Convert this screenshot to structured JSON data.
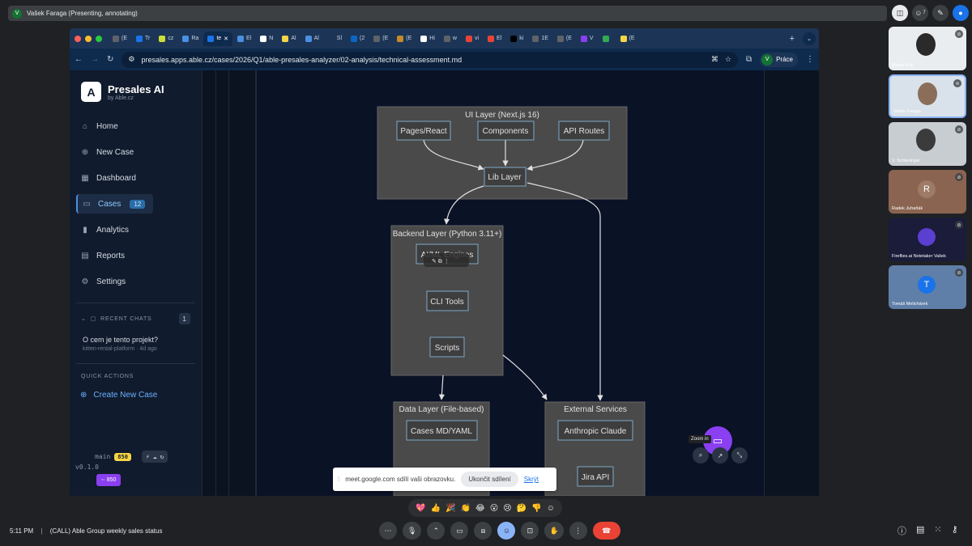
{
  "meet": {
    "presenting_text": "Vašek Faraga (Presenting, annotating)",
    "presenter_initial": "V",
    "reaction_count": "7",
    "time": "5:11 PM",
    "separator": "|",
    "meeting_title": "(CALL) Able Group weekly sales status",
    "share_notice": "meet.google.com sdílí vaši obrazovku.",
    "stop_sharing": "Ukončit sdílení",
    "hide": "Skrýt",
    "zoom_tip": "Zoom in",
    "reactions": [
      "💖",
      "👍",
      "🎉",
      "👏",
      "😂",
      "😮",
      "😢",
      "🤔",
      "👎"
    ],
    "participants": [
      {
        "name": "Marek Kriz"
      },
      {
        "name": "Vašek Faraga"
      },
      {
        "name": "V. Schlesinger"
      },
      {
        "name": "Radek Juhaňák",
        "initial": "R"
      },
      {
        "name": "Fireflies.ai Notetaker Vašek"
      },
      {
        "name": "Tomáš Melichárek",
        "initial": "T"
      }
    ]
  },
  "browser": {
    "url": "presales.apps.able.cz/cases/2026/Q1/able-presales-analyzer/02-analysis/technical-assessment.md",
    "profile_initial": "V",
    "profile_label": "Práce",
    "tabs": [
      {
        "label": "(E",
        "color": "#5f6368"
      },
      {
        "label": "Tr",
        "color": "#1a73e8"
      },
      {
        "label": "cz",
        "color": "#cddc39"
      },
      {
        "label": "Ra",
        "color": "#4a90e2"
      },
      {
        "label": "te",
        "color": "#1a73e8",
        "active": true
      },
      {
        "label": "El",
        "color": "#4a90e2"
      },
      {
        "label": "N",
        "color": "#ffffff"
      },
      {
        "label": "Al",
        "color": "#f5d547"
      },
      {
        "label": "Al",
        "color": "#4a90e2"
      },
      {
        "label": "Sl",
        "color": "#1c3557"
      },
      {
        "label": "(2",
        "color": "#0a66c2"
      },
      {
        "label": "(E",
        "color": "#5f6368"
      },
      {
        "label": "(E",
        "color": "#c58b2a"
      },
      {
        "label": "Hi",
        "color": "#ffffff"
      },
      {
        "label": "w",
        "color": "#5f6368"
      },
      {
        "label": "vi",
        "color": "#ea4335"
      },
      {
        "label": "El",
        "color": "#ea4335"
      },
      {
        "label": "ki",
        "color": "#000000"
      },
      {
        "label": "1E",
        "color": "#5f6368"
      },
      {
        "label": "(E",
        "color": "#5f6368"
      },
      {
        "label": "V",
        "color": "#8a3ff0"
      },
      {
        "label": "",
        "color": "#34a853"
      },
      {
        "label": "(E",
        "color": "#f5d547"
      }
    ]
  },
  "app": {
    "brand_name": "Presales AI",
    "brand_sub": "by Able.cz",
    "logo_letter": "A",
    "nav": [
      {
        "label": "Home",
        "icon": "⌂"
      },
      {
        "label": "New Case",
        "icon": "⊕"
      },
      {
        "label": "Dashboard",
        "icon": "▦"
      },
      {
        "label": "Cases",
        "icon": "▭",
        "badge": "12",
        "active": true
      },
      {
        "label": "Analytics",
        "icon": "▮"
      },
      {
        "label": "Reports",
        "icon": "▤"
      },
      {
        "label": "Settings",
        "icon": "⚙"
      }
    ],
    "recent_chats_title": "RECENT CHATS",
    "recent_chats_count": "1",
    "chat": {
      "title": "O cem je tento projekt?",
      "meta": "kitten-rental-platform · 4d ago"
    },
    "quick_actions_title": "QUICK ACTIONS",
    "create_case": "Create New Case",
    "branch": "main",
    "commit_count": "850",
    "version": "v0.1.0",
    "pr_badge": "◦· 850"
  },
  "diagram": {
    "groups": {
      "ui": "UI Layer (Next.js 16)",
      "backend": "Backend Layer (Python 3.11+)",
      "data": "Data Layer (File-based)",
      "external": "External Services"
    },
    "nodes": {
      "pages": "Pages/React",
      "components": "Components",
      "api": "API Routes",
      "lib": "Lib Layer",
      "ai": "AI/ML Engines",
      "cli": "CLI Tools",
      "scripts": "Scripts",
      "cases": "Cases MD/YAML",
      "claude": "Anthropic Claude",
      "jira": "Jira API"
    }
  }
}
